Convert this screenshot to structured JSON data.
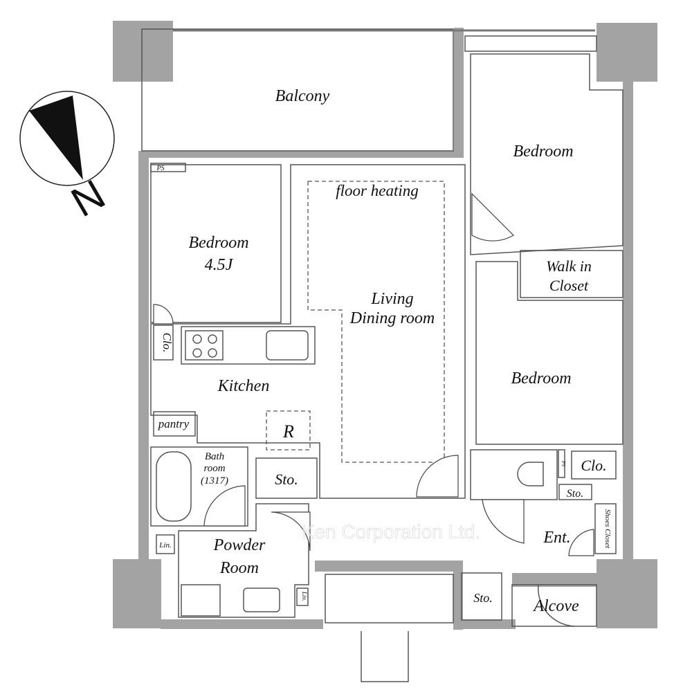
{
  "colors": {
    "living": "#f9d4d4",
    "bedroom": "#f0dfbf",
    "storage": "#f2efa8",
    "wet_area": "#ccecec",
    "structure": "#a3a3a3"
  },
  "compass": {
    "label": "N",
    "icon": "north-arrow-icon"
  },
  "rooms": {
    "balcony": "Balcony",
    "bedroom_ne": "Bedroom",
    "walk_in_closet_1": "Walk in",
    "walk_in_closet_2": "Closet",
    "bedroom_e": "Bedroom",
    "bedroom_w": "Bedroom",
    "bedroom_w_size": "4.5J",
    "floor_heating": "floor heating",
    "living_1": "Living",
    "living_2": "Dining room",
    "kitchen": "Kitchen",
    "closet_w": "Clo.",
    "pantry": "pantry",
    "refrigerator": "R",
    "bath_1": "Bath",
    "bath_2": "room",
    "bath_3": "(1317)",
    "storage_center": "Sto.",
    "powder_1": "Powder",
    "powder_2": "Room",
    "linen_1": "Lin.",
    "linen_2": "Lin.",
    "ps_1": "PS",
    "ps_2": "PS",
    "closet_e": "Clo.",
    "storage_small": "Sto.",
    "shoes_closet": "Shoes Closet",
    "entrance": "Ent.",
    "storage_bottom": "Sto.",
    "alcove": "Alcove"
  },
  "watermark": "Ken Corporation Ltd."
}
